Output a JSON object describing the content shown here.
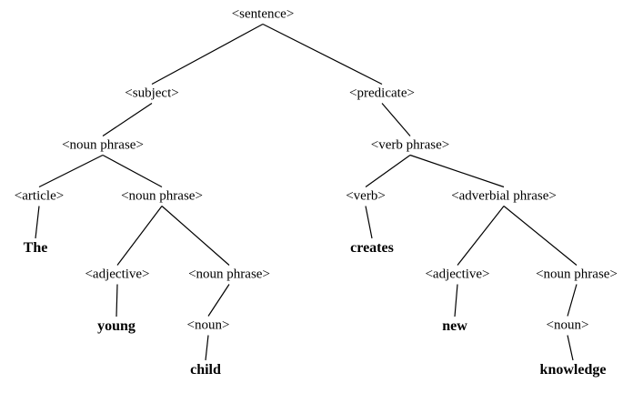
{
  "tree": {
    "nodes": {
      "sentence": "<sentence>",
      "subject": "<subject>",
      "predicate": "<predicate>",
      "np1": "<noun phrase>",
      "article": "<article>",
      "np2": "<noun phrase>",
      "vp": "<verb phrase>",
      "verb": "<verb>",
      "advp": "<adverbial phrase>",
      "adj1": "<adjective>",
      "np3": "<noun phrase>",
      "adj2": "<adjective>",
      "np4": "<noun phrase>",
      "noun1": "<noun>",
      "noun2": "<noun>"
    },
    "words": {
      "the": "The",
      "creates": "creates",
      "young": "young",
      "new": "new",
      "child": "child",
      "knowledge": "knowledge"
    },
    "edges": [
      [
        "sentence",
        "subject"
      ],
      [
        "sentence",
        "predicate"
      ],
      [
        "subject",
        "np1"
      ],
      [
        "np1",
        "article"
      ],
      [
        "np1",
        "np2"
      ],
      [
        "article",
        "the"
      ],
      [
        "np2",
        "adj1"
      ],
      [
        "np2",
        "np3"
      ],
      [
        "adj1",
        "young"
      ],
      [
        "np3",
        "noun1"
      ],
      [
        "noun1",
        "child"
      ],
      [
        "predicate",
        "vp"
      ],
      [
        "vp",
        "verb"
      ],
      [
        "vp",
        "advp"
      ],
      [
        "verb",
        "creates"
      ],
      [
        "advp",
        "adj2"
      ],
      [
        "advp",
        "np4"
      ],
      [
        "adj2",
        "new"
      ],
      [
        "np4",
        "noun2"
      ],
      [
        "noun2",
        "knowledge"
      ]
    ]
  }
}
